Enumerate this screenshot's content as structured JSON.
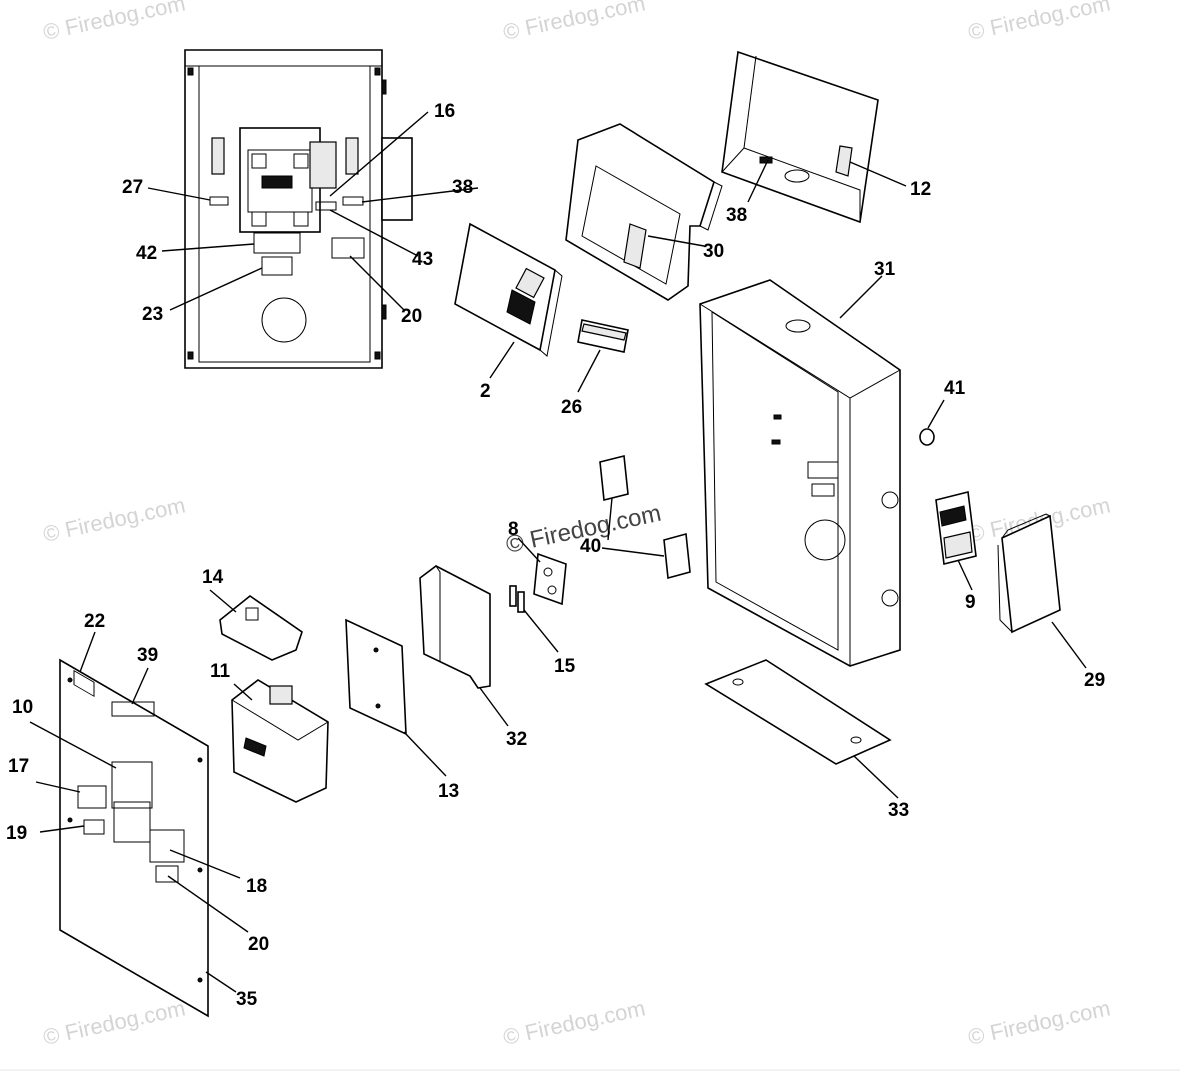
{
  "watermark": {
    "text": "© Firedog.com",
    "center_text": "© Firedog.com"
  },
  "callouts": {
    "c2": "2",
    "c8": "8",
    "c9": "9",
    "c10": "10",
    "c11": "11",
    "c12": "12",
    "c13": "13",
    "c14": "14",
    "c15": "15",
    "c16": "16",
    "c17": "17",
    "c18": "18",
    "c19": "19",
    "c20a": "20",
    "c20b": "20",
    "c22": "22",
    "c23": "23",
    "c26": "26",
    "c27": "27",
    "c29": "29",
    "c30": "30",
    "c31": "31",
    "c32": "32",
    "c33": "33",
    "c35": "35",
    "c38a": "38",
    "c38b": "38",
    "c39": "39",
    "c40": "40",
    "c41": "41",
    "c42": "42",
    "c43": "43"
  }
}
